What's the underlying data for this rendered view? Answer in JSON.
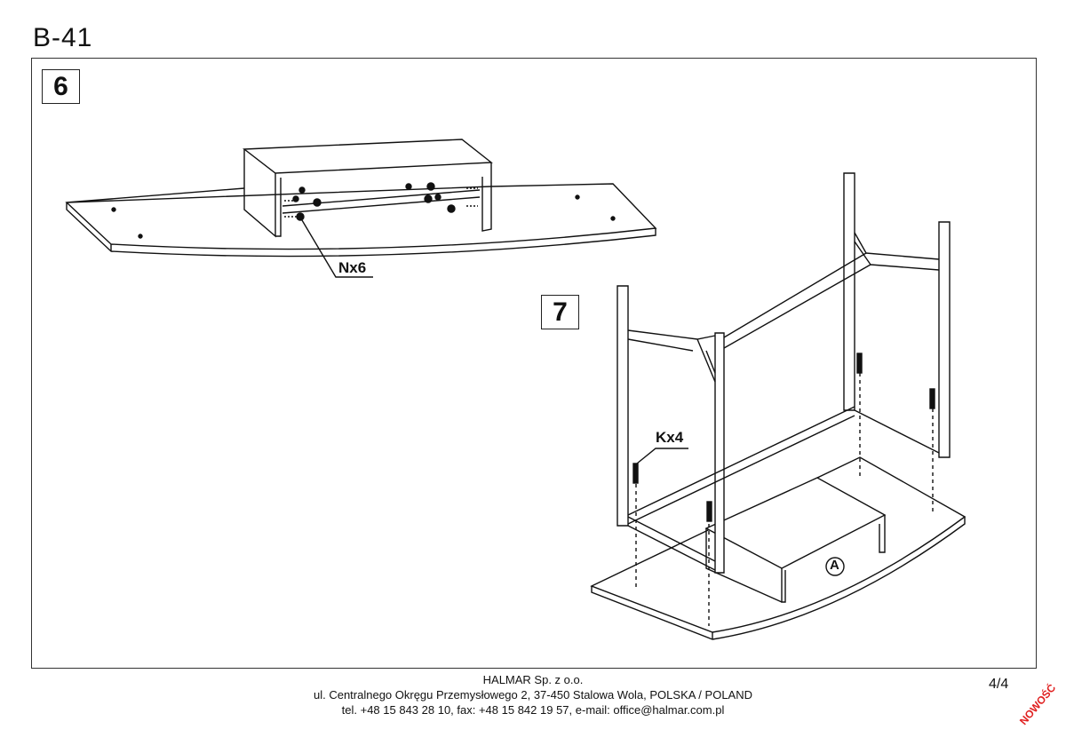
{
  "document": {
    "code": "B-41",
    "page": "4/4",
    "stamp": "NOWOŚĆ"
  },
  "steps": [
    {
      "number": "6",
      "part_label": "Nx6"
    },
    {
      "number": "7",
      "part_label": "Kx4",
      "panel_label": "A"
    }
  ],
  "footer": {
    "company": "HALMAR Sp. z o.o.",
    "address": "ul. Centralnego Okręgu Przemysłowego 2, 37-450 Stalowa Wola, POLSKA / POLAND",
    "contact": "tel. +48 15 843 28 10, fax: +48 15 842 19 57, e-mail: office@halmar.com.pl"
  },
  "colors": {
    "stamp": "#e02020",
    "line": "#111111"
  }
}
